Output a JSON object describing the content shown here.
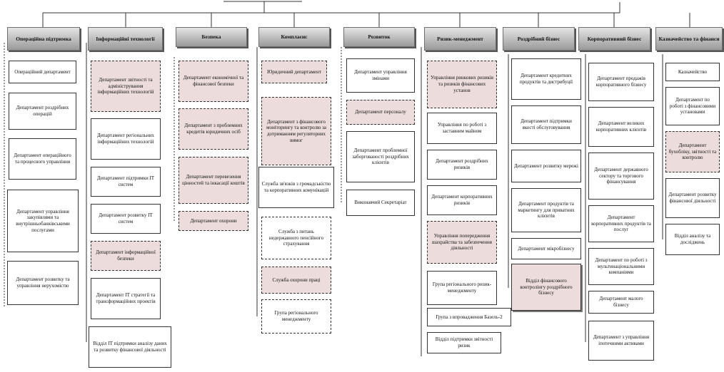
{
  "columns": [
    {
      "label": "Операційна підтримка",
      "depts": [
        {
          "label": "Операційний департамент"
        },
        {
          "label": "Департамент роздрібних операцій"
        },
        {
          "label": "Департамент операційного та процесного управління"
        },
        {
          "label": "Департамент управління закупівлями та внутрішньобанківськими послугами"
        },
        {
          "label": "Департамент розвитку та управління нерухомістю"
        }
      ]
    },
    {
      "label": "Інформаційні технології",
      "depts": [
        {
          "label": "Департамент звітності та адміністрування інформаційних технологій"
        },
        {
          "label": "Департамент регіональних інформаційних технологій"
        },
        {
          "label": "Департамент підтримки ІТ систем"
        },
        {
          "label": "Департамент розвитку ІТ систем"
        },
        {
          "label": "Департамент інформаційної безпеки"
        },
        {
          "label": "Департамент ІТ стратегії та трансформаційних проектів"
        },
        {
          "label": "Відділ ІТ підтримки аналізу даних та розвитку фінансової діяльності"
        }
      ]
    },
    {
      "label": "Безпека",
      "depts": [
        {
          "label": "Департамент економічної та фінансової безпеки"
        },
        {
          "label": "Департамент з проблемних кредитів юридичних осіб"
        },
        {
          "label": "Департамент перевезення цінностей та інкасації коштів"
        },
        {
          "label": "Департамент охорони"
        }
      ]
    },
    {
      "label": "Комплаєнс",
      "depts": [
        {
          "label": "Юридичний департамент"
        },
        {
          "label": "Департамент з фінансового моніторингу та контролю за дотриманням регуляторних вимог"
        },
        {
          "label": "Служба зв'язків з громадськістю та корпоративних комунікацій"
        },
        {
          "label": "Служба з питань недержавного пенсійного страхування"
        },
        {
          "label": "Служба охорони праці"
        },
        {
          "label": "Група регіонального менеджменту"
        }
      ]
    },
    {
      "label": "Розвиток",
      "depts": [
        {
          "label": "Департамент управління змінами"
        },
        {
          "label": "Департамент персоналу"
        },
        {
          "label": "Департамент проблемної заборгованості роздрібних клієнтів"
        },
        {
          "label": "Виконавчий Секретаріат"
        }
      ]
    },
    {
      "label": "Ризик-менеджмент",
      "depts": [
        {
          "label": "Управління ринкових ризиків та ризиків фінансових установ"
        },
        {
          "label": "Управління по роботі з заставним майном"
        },
        {
          "label": "Департамент роздрібних ризиків"
        },
        {
          "label": "Департамент корпоративних ризиків"
        },
        {
          "label": "Управління попередження шахрайства та забезпечення діяльності"
        },
        {
          "label": "Група регіонального ризик-менеджменту"
        },
        {
          "label": "Група з впровадження Базель-2"
        },
        {
          "label": "Відділ підтримки звітності ризик"
        }
      ]
    },
    {
      "label": "Роздрібний бізнес",
      "depts": [
        {
          "label": "Департамент кредитних продуктів та дистрибуції"
        },
        {
          "label": "Департамент підтримки якості обслуговування"
        },
        {
          "label": "Департамент розвитку мережі"
        },
        {
          "label": "Департамент продуктів та маркетингу для приватних клієнтів"
        },
        {
          "label": "Департамент мікробізнесу"
        },
        {
          "label": "Відділ фінансового контролінгу роздрібного бізнесу"
        }
      ]
    },
    {
      "label": "Корпоративний бізнес",
      "depts": [
        {
          "label": "Департамент продажів корпоративного бізнесу"
        },
        {
          "label": "Департамент великих корпоративних клієнтів"
        },
        {
          "label": "Департамент державного сектору та торгового фінансування"
        },
        {
          "label": "Департамент корпоративних продуктів та послуг"
        },
        {
          "label": "Департамент по роботі з мультинаціональними компаніями"
        },
        {
          "label": "Департамент малого бізнесу"
        },
        {
          "label": "Департамент з управління іпотечними активами"
        }
      ]
    },
    {
      "label": "Казначейство та фінанси",
      "depts": [
        {
          "label": "Казначейство"
        },
        {
          "label": "Департамент по роботі з фінансовими установами"
        },
        {
          "label": "Департамент бухобліку, звітності та контролю"
        },
        {
          "label": "Департамент розвитку фінансової діяльності"
        },
        {
          "label": "Відділ аналізу та досліджень"
        }
      ]
    }
  ]
}
